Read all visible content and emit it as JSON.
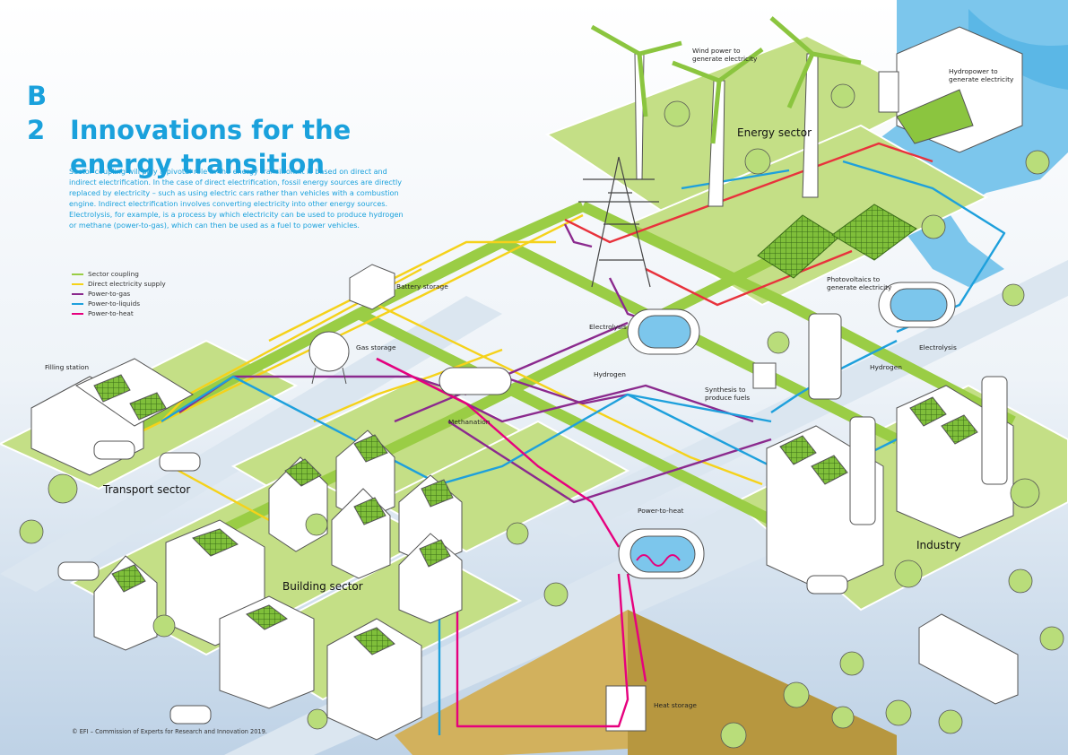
{
  "header": {
    "number": "B 2",
    "title_line1": "Innovations for the",
    "title_line2": "energy transition",
    "intro": "Sector coupling will play a pivotal role in the energy transition. It is based on direct and indirect electrification. In the case of direct electrification, fossil energy sources are directly replaced by electricity – such as using electric cars rather than vehicles with a combustion engine. Indirect electrification involves converting electricity into other energy sources. Electrolysis, for example, is a process by which electricity can be used to produce hydrogen or methane (power-to-gas), which can then be used as a fuel to power vehicles."
  },
  "legend": [
    {
      "label": "Sector coupling",
      "color": "#9acd45"
    },
    {
      "label": "Direct electricity supply",
      "color": "#f5d21a"
    },
    {
      "label": "Power-to-gas",
      "color": "#8b2a8e"
    },
    {
      "label": "Power-to-liquids",
      "color": "#1ea0dc"
    },
    {
      "label": "Power-to-heat",
      "color": "#e6007e"
    }
  ],
  "sectors": {
    "energy": "Energy sector",
    "transport": "Transport sector",
    "building": "Building sector",
    "industry": "Industry"
  },
  "labels": {
    "wind": "Wind power to\ngenerate electricity",
    "hydro": "Hydropower to\ngenerate electricity",
    "pv": "Photovoltaics to\ngenerate electricity",
    "battery": "Battery storage",
    "gas_storage": "Gas storage",
    "filling_station": "Filling station",
    "electrolysis_center": "Electrolysis",
    "hydrogen_center": "Hydrogen",
    "methanation": "Methanation",
    "synthesis": "Synthesis to\nproduce fuels",
    "electrolysis_right": "Electrolysis",
    "hydrogen_right": "Hydrogen",
    "power_to_heat": "Power-to-heat",
    "heat_storage": "Heat storage"
  },
  "copyright": "© EFI – Commission of Experts for Research and Innovation 2019.",
  "colors": {
    "green": "#9acd45",
    "yellow": "#f5d21a",
    "purple": "#8b2a8e",
    "blue": "#1ea0dc",
    "magenta": "#e6007e",
    "water": "#7cc6ec",
    "title": "#1aa1dc"
  }
}
